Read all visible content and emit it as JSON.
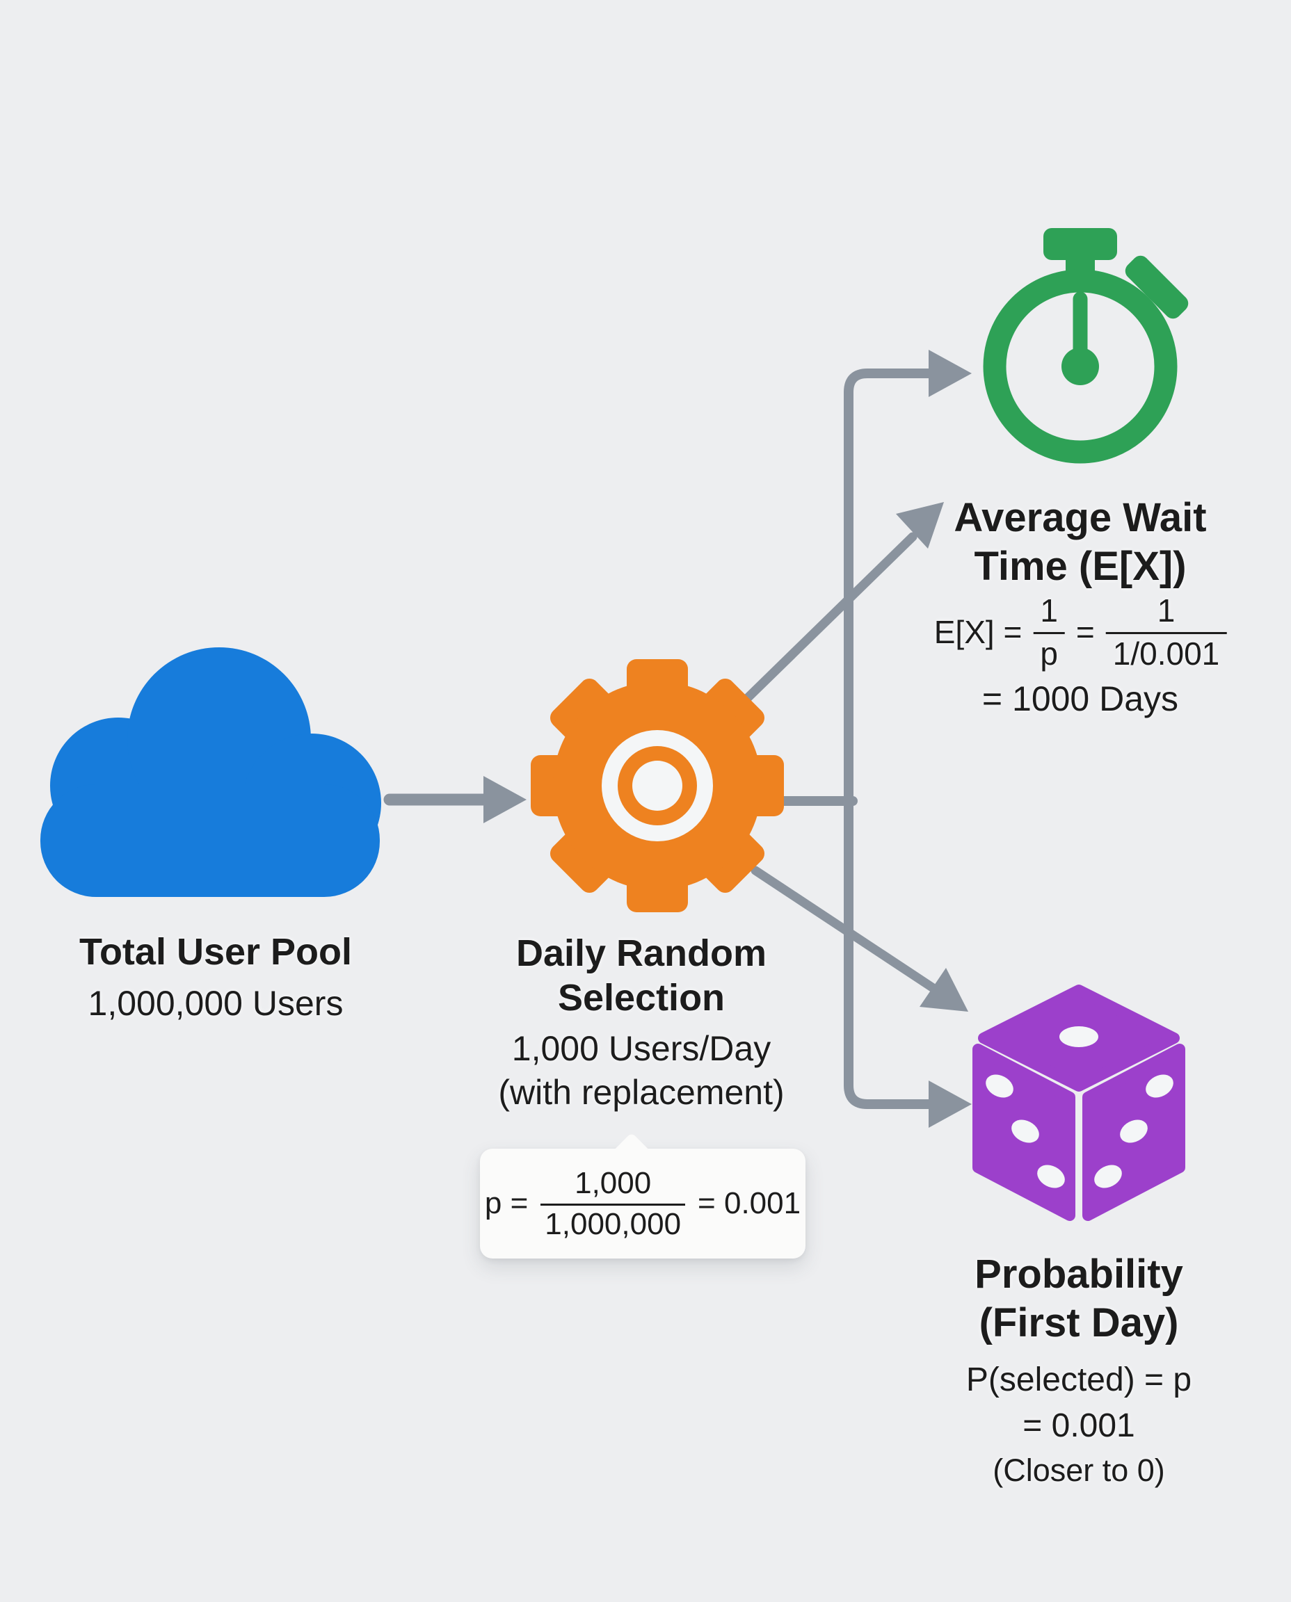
{
  "colors": {
    "bg": "#EDEEF0",
    "ink": "#1C1C1C",
    "arrow": "#8A939E",
    "blue": "#177CDB",
    "orange": "#EE8220",
    "green": "#2EA156",
    "purple": "#9C40CB",
    "white": "#F4F6F7",
    "paper": "#FBFBFA"
  },
  "pool": {
    "icon": "cloud-icon",
    "title": "Total User Pool",
    "subtitle": "1,000,000 Users"
  },
  "selection": {
    "icon": "gear-icon",
    "title1": "Daily Random",
    "title2": "Selection",
    "sub1": "1,000 Users/Day",
    "sub2": "(with replacement)",
    "callout": {
      "lhs": "p =",
      "num": "1,000",
      "den": "1,000,000",
      "rhs": "= 0.001"
    }
  },
  "wait": {
    "icon": "stopwatch-icon",
    "title1": "Average Wait",
    "title2": "Time (E[X])",
    "lhs": "E[X] =",
    "f1num": "1",
    "f1den": "p",
    "eq": "=",
    "f2num": "1",
    "f2den": "1/0.001",
    "result": "= 1000 Days"
  },
  "prob": {
    "icon": "dice-icon",
    "title1": "Probability",
    "title2": "(First Day)",
    "line1": "P(selected) = p",
    "line2": "= 0.001",
    "line3": "(Closer to 0)"
  }
}
